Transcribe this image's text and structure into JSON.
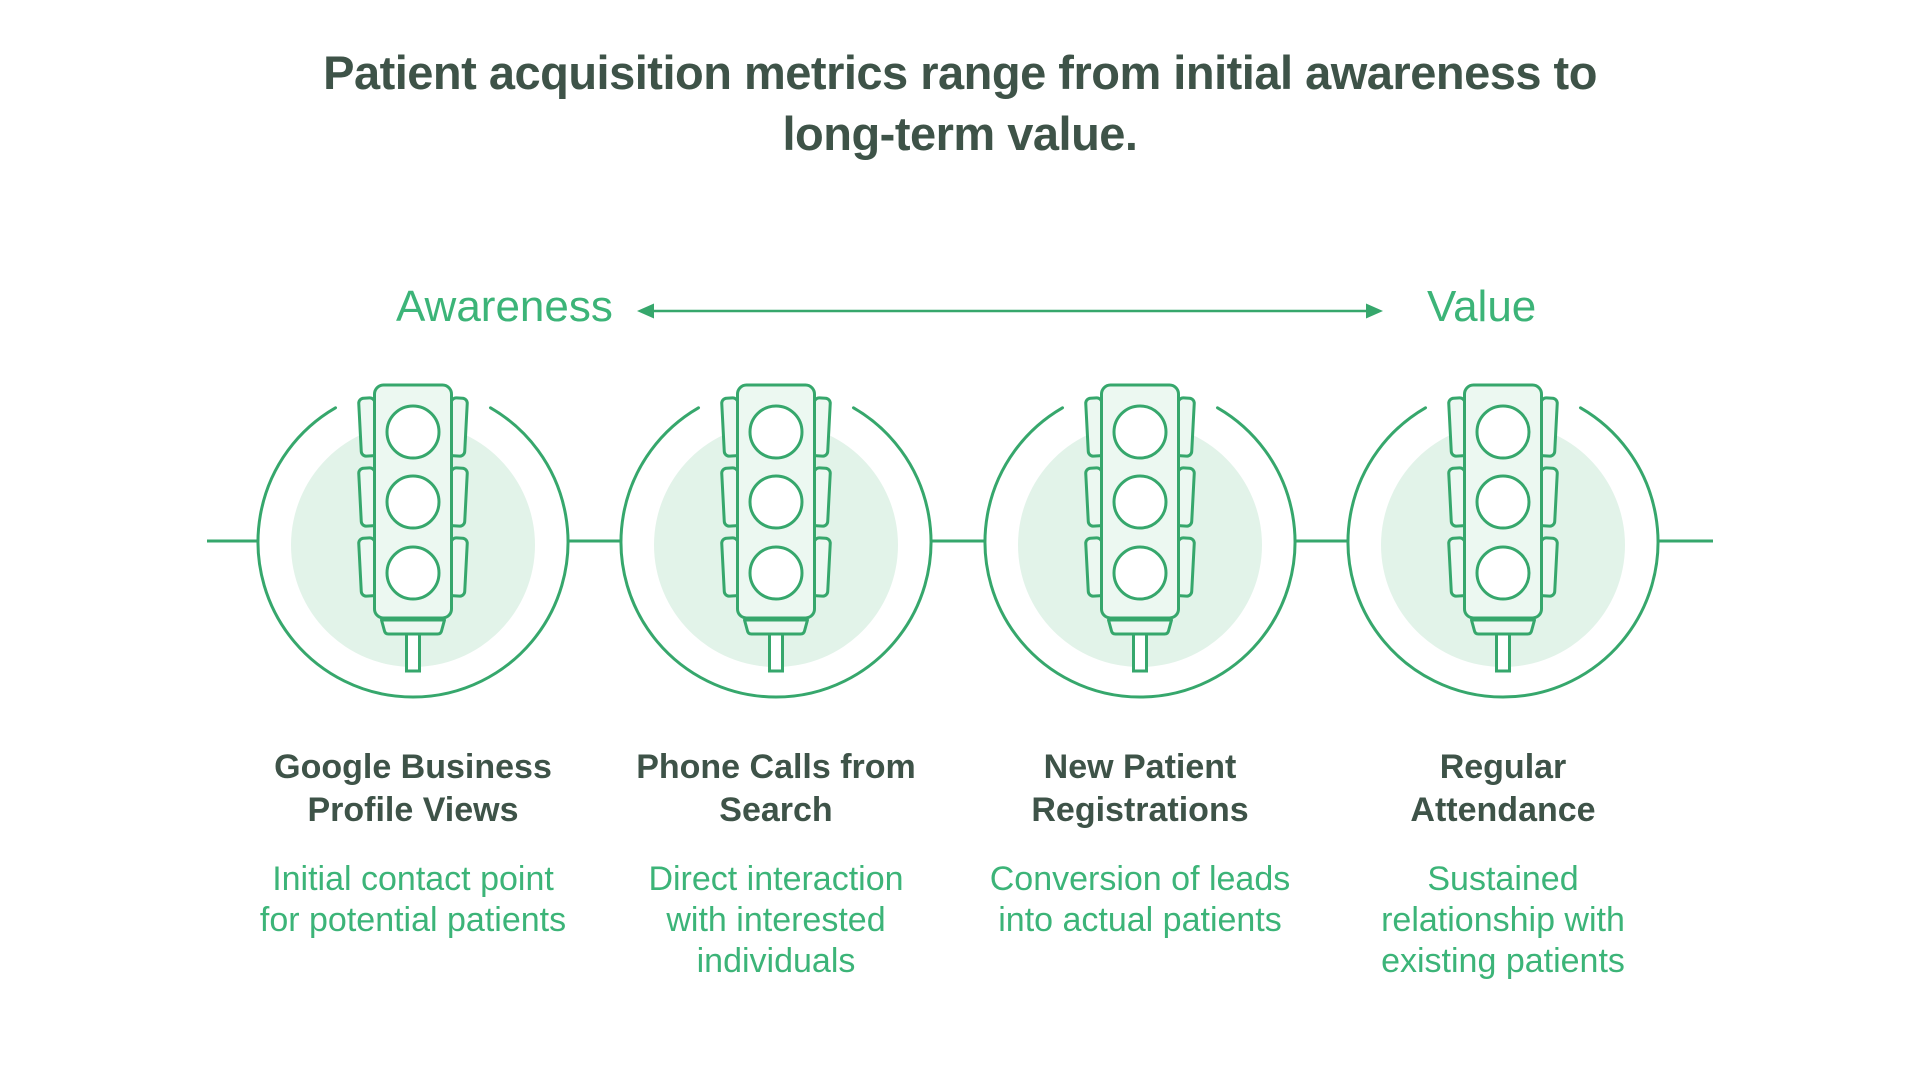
{
  "title": {
    "line1": "Patient acquisition metrics range from initial awareness to",
    "line2": "long-term value."
  },
  "axis": {
    "left_label": "Awareness",
    "right_label": "Value"
  },
  "colors": {
    "accent_green": "#36a76c",
    "text_green": "#3cb478",
    "dark_green": "#3e5348",
    "icon_fill_light": "#e2f3e9",
    "icon_fill_lighter": "#ecf8f1"
  },
  "stages": [
    {
      "icon": "traffic-light-icon",
      "title": [
        "Google Business",
        "Profile Views"
      ],
      "description": [
        "Initial contact point",
        "for potential patients"
      ]
    },
    {
      "icon": "traffic-light-icon",
      "title": [
        "Phone Calls from",
        "Search"
      ],
      "description": [
        "Direct interaction",
        "with interested",
        "individuals"
      ]
    },
    {
      "icon": "traffic-light-icon",
      "title": [
        "New Patient",
        "Registrations"
      ],
      "description": [
        "Conversion of leads",
        "into actual patients"
      ]
    },
    {
      "icon": "traffic-light-icon",
      "title": [
        "Regular",
        "Attendance"
      ],
      "description": [
        "Sustained",
        "relationship with",
        "existing patients"
      ]
    }
  ]
}
